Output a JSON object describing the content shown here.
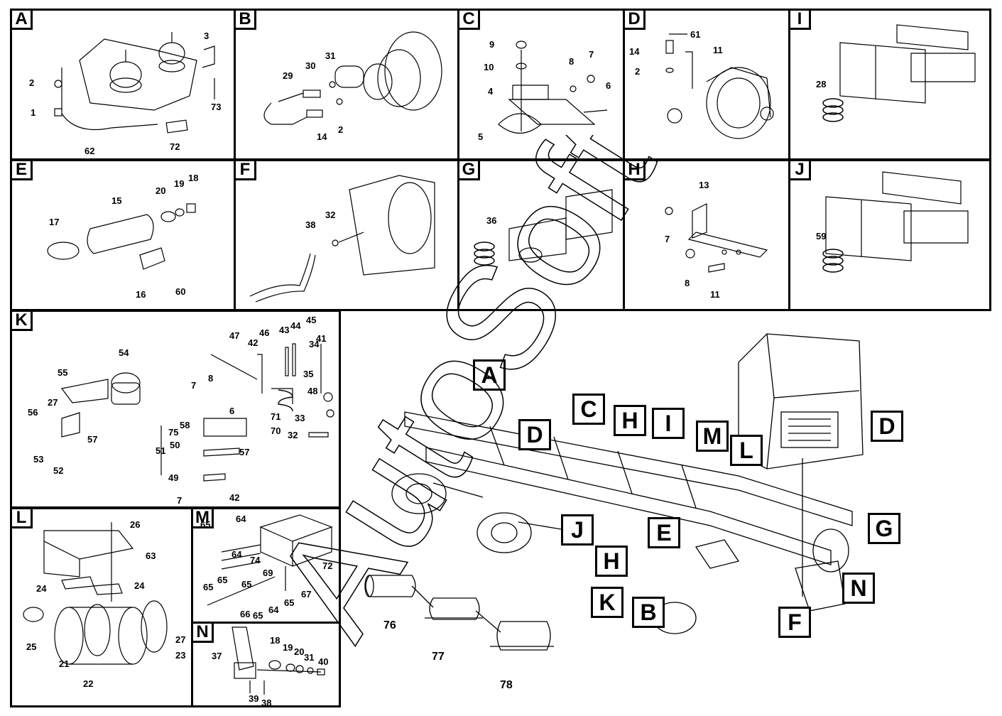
{
  "panels": [
    {
      "id": "A",
      "label": "A",
      "numbers": [
        "2",
        "1",
        "3",
        "73",
        "62",
        "72"
      ]
    },
    {
      "id": "B",
      "label": "B",
      "numbers": [
        "29",
        "30",
        "31",
        "14",
        "2"
      ]
    },
    {
      "id": "C",
      "label": "C",
      "numbers": [
        "9",
        "10",
        "4",
        "5",
        "8",
        "7",
        "6"
      ]
    },
    {
      "id": "D",
      "label": "D",
      "numbers": [
        "61",
        "14",
        "11",
        "2"
      ]
    },
    {
      "id": "I",
      "label": "I",
      "numbers": [
        "28"
      ]
    },
    {
      "id": "E",
      "label": "E",
      "numbers": [
        "15",
        "20",
        "19",
        "18",
        "17",
        "16",
        "60"
      ]
    },
    {
      "id": "F",
      "label": "F",
      "numbers": [
        "38",
        "32"
      ]
    },
    {
      "id": "G",
      "label": "G",
      "numbers": [
        "36"
      ]
    },
    {
      "id": "H",
      "label": "H",
      "numbers": [
        "13",
        "7",
        "8",
        "11"
      ]
    },
    {
      "id": "J",
      "label": "J",
      "numbers": [
        "59"
      ]
    },
    {
      "id": "K",
      "label": "K",
      "numbers": [
        "45",
        "47",
        "46",
        "43",
        "44",
        "41",
        "54",
        "42",
        "34",
        "55",
        "35",
        "8",
        "48",
        "27",
        "7",
        "6",
        "71",
        "33",
        "56",
        "58",
        "70",
        "57",
        "75",
        "32",
        "51",
        "50",
        "57",
        "53",
        "49",
        "52",
        "7",
        "42"
      ]
    },
    {
      "id": "L",
      "label": "L",
      "numbers": [
        "26",
        "63",
        "24",
        "24",
        "27",
        "25",
        "23",
        "21",
        "22"
      ]
    },
    {
      "id": "M",
      "label": "M",
      "numbers": [
        "65",
        "64",
        "64",
        "74",
        "69",
        "72",
        "65",
        "65",
        "67",
        "65",
        "65",
        "66",
        "64",
        "65"
      ]
    },
    {
      "id": "N",
      "label": "N",
      "numbers": [
        "37",
        "18",
        "19",
        "20",
        "31",
        "40",
        "39",
        "38"
      ]
    }
  ],
  "main": {
    "callouts": [
      "A",
      "C",
      "H",
      "I",
      "M",
      "D",
      "L",
      "D",
      "J",
      "E",
      "H",
      "K",
      "B",
      "G",
      "N",
      "F"
    ],
    "numbers": [
      "76",
      "77",
      "78"
    ]
  },
  "watermark": "AutoSoft"
}
